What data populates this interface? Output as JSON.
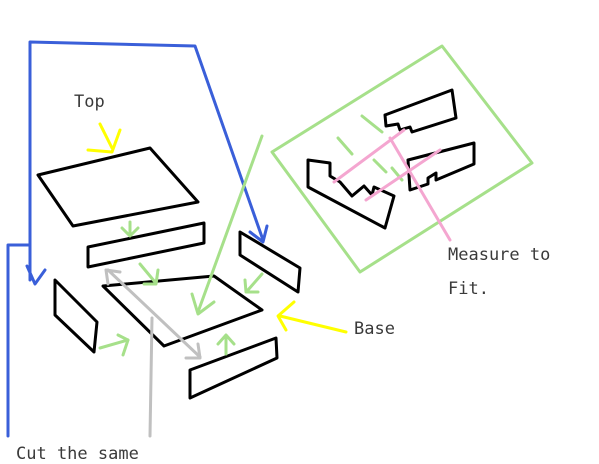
{
  "labels": {
    "top": "Top",
    "base": "Base",
    "measure_line1": "Measure to",
    "measure_line2": "Fit.",
    "cut_the_same": "Cut the same"
  },
  "colors": {
    "outline": "#000000",
    "blue_arrow": "#3a5fd9",
    "green_arrow": "#a6e08a",
    "yellow_arrow": "#ffff00",
    "pink_line": "#f4a6d0",
    "gray_arrow": "#c0c0c0",
    "text": "#3a3a3a"
  }
}
